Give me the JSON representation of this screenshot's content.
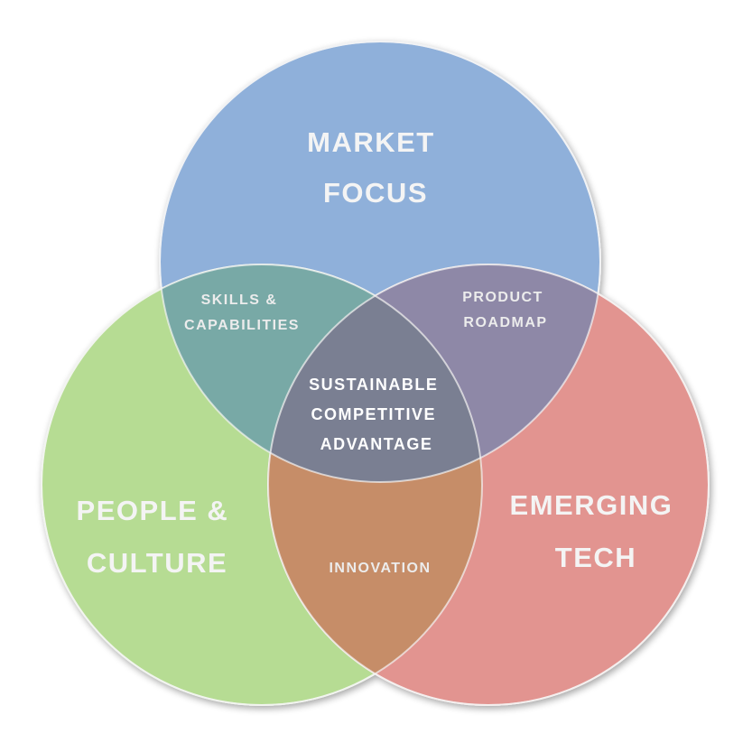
{
  "colors": {
    "market": "#8fb0da",
    "people": "#b6dc93",
    "tech": "#e29490",
    "background": "#ffffff"
  },
  "circles": {
    "market": {
      "lines": [
        "MARKET",
        "FOCUS"
      ]
    },
    "people": {
      "lines": [
        "PEOPLE &",
        "CULTURE"
      ]
    },
    "tech": {
      "lines": [
        "EMERGING",
        "TECH"
      ]
    }
  },
  "overlaps": {
    "market_people": {
      "lines": [
        "SKILLS &",
        "CAPABILITIES"
      ]
    },
    "market_tech": {
      "lines": [
        "PRODUCT",
        "ROADMAP"
      ]
    },
    "people_tech": {
      "lines": [
        "INNOVATION"
      ]
    },
    "center": {
      "lines": [
        "SUSTAINABLE",
        "COMPETITIVE",
        "ADVANTAGE"
      ]
    }
  }
}
